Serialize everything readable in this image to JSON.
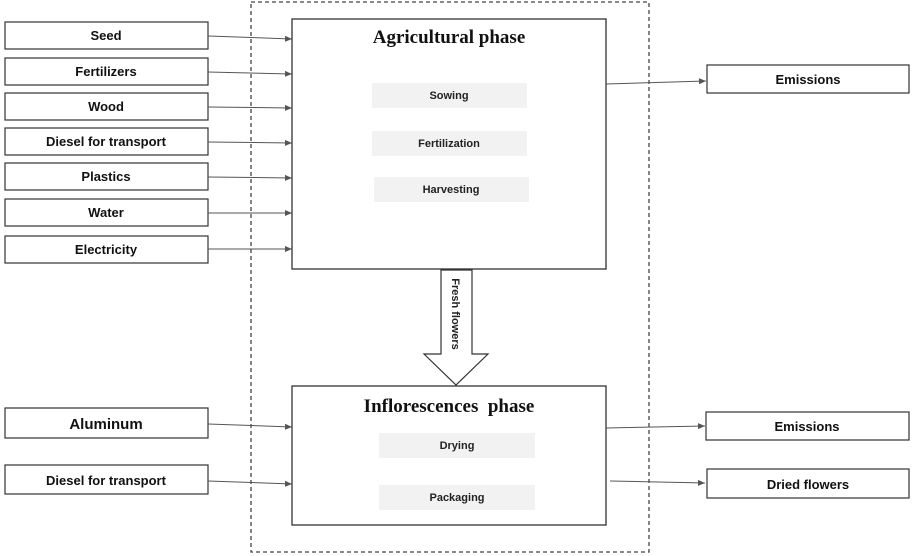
{
  "agricultural_inputs": [
    {
      "label": "Seed"
    },
    {
      "label": "Fertilizers"
    },
    {
      "label": "Wood"
    },
    {
      "label": "Diesel for transport"
    },
    {
      "label": "Plastics"
    },
    {
      "label": "Water"
    },
    {
      "label": "Electricity"
    }
  ],
  "agricultural_phase": {
    "title": "Agricultural phase",
    "steps": [
      "Sowing",
      "Fertilization",
      "Harvesting"
    ]
  },
  "agricultural_output": {
    "label": "Emissions"
  },
  "transfer": {
    "label": "Fresh flowers"
  },
  "inflorescences_inputs": [
    {
      "label": "Aluminum"
    },
    {
      "label": "Diesel for transport"
    }
  ],
  "inflorescences_phase": {
    "title": "Inflorescences  phase",
    "steps": [
      "Drying",
      "Packaging"
    ]
  },
  "inflorescences_outputs": [
    {
      "label": "Emissions"
    },
    {
      "label": "Dried flowers"
    }
  ],
  "colors": {
    "line": "#555555",
    "box_border": "#333333",
    "step_fill": "#f2f2f2"
  }
}
